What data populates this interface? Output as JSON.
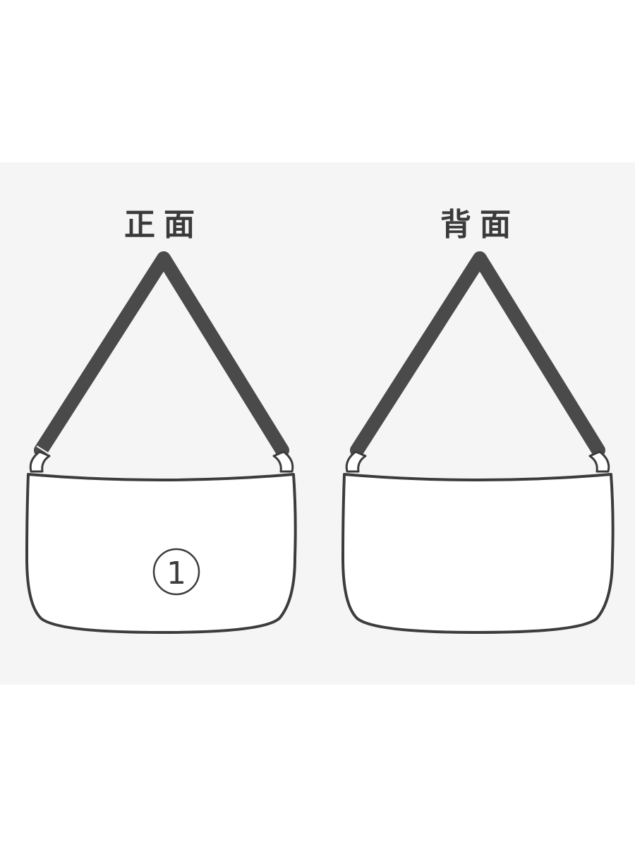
{
  "views": {
    "front": {
      "title": "正面",
      "marker": "①"
    },
    "back": {
      "title": "背面"
    }
  },
  "colors": {
    "background": "#ffffff",
    "panel": "#f5f5f5",
    "strap": "#4a4a4a",
    "outline": "#3c3c3c",
    "title": "#3a3a3a"
  }
}
